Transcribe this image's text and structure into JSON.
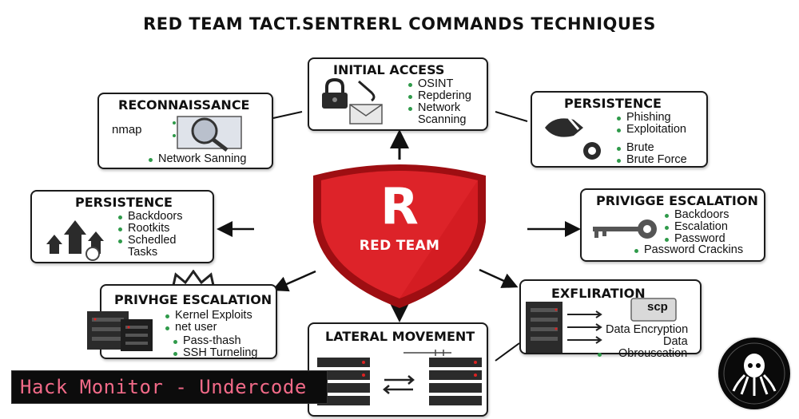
{
  "title": "RED TEAM TACT.SENTRERL COMMANDS TECHNIQUES",
  "center": {
    "letter": "R",
    "label": "RED TEAM",
    "color": "#c4161c"
  },
  "initial_access": {
    "title": "INITIAL ACCESS",
    "items": [
      "OSINT",
      "Repdering",
      "Network",
      "Scanning"
    ]
  },
  "reconnaissance": {
    "title": "RECONNAISSANCE",
    "tool_label": "nmap",
    "items": [
      "Network Sanning"
    ]
  },
  "persistence_right": {
    "title": "PERSISTENCE",
    "items": [
      "Phishing",
      "Exploitation",
      "Brute",
      "Brute Force"
    ]
  },
  "persistence_left": {
    "title": "PERSISTENCE",
    "items": [
      "Backdoors",
      "Rootkits",
      "Schedled",
      "Tasks"
    ]
  },
  "privilege_escalation_right": {
    "title": "PRIVIGGE ESCALATION",
    "items": [
      "Backdoors",
      "Escalation",
      "Password",
      "Password Crackins"
    ]
  },
  "privilege_escalation_left": {
    "title": "PRIVHGE ESCALATION",
    "items": [
      "Kernel Exploits",
      "net user",
      "Pass-thash",
      "SSH Turneling"
    ]
  },
  "lateral_movement": {
    "title": "LATERAL MOVEMENT"
  },
  "exfiltration": {
    "title": "EXFLIRATION",
    "tool_label": "scp",
    "items": [
      "Data Encryption",
      "Data",
      "Obrouscation"
    ]
  },
  "banner": {
    "text": "Hack Monitor - Undercode"
  },
  "accent_color": "#2f9a4a"
}
